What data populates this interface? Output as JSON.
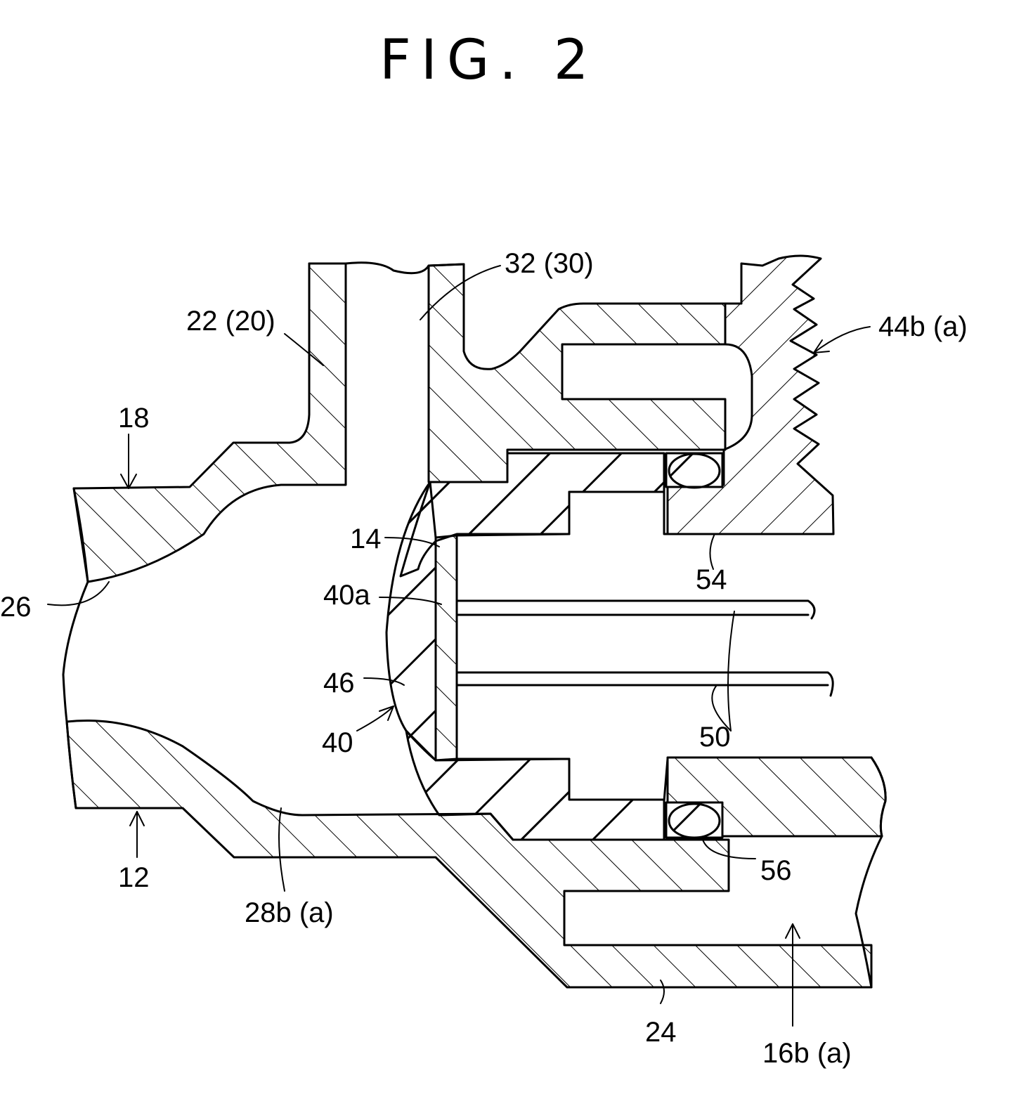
{
  "figure": {
    "title": "FIG. 2"
  },
  "labels": {
    "l_18": "18",
    "l_12": "12",
    "l_26": "26",
    "l_22": "22 (20)",
    "l_32": "32 (30)",
    "l_44b": "44b (a)",
    "l_14": "14",
    "l_40a": "40a",
    "l_46": "46",
    "l_40": "40",
    "l_54": "54",
    "l_50": "50",
    "l_56": "56",
    "l_28b": "28b (a)",
    "l_24": "24",
    "l_16b": "16b (a)"
  },
  "colors": {
    "ink": "#000000",
    "paper": "#ffffff"
  }
}
